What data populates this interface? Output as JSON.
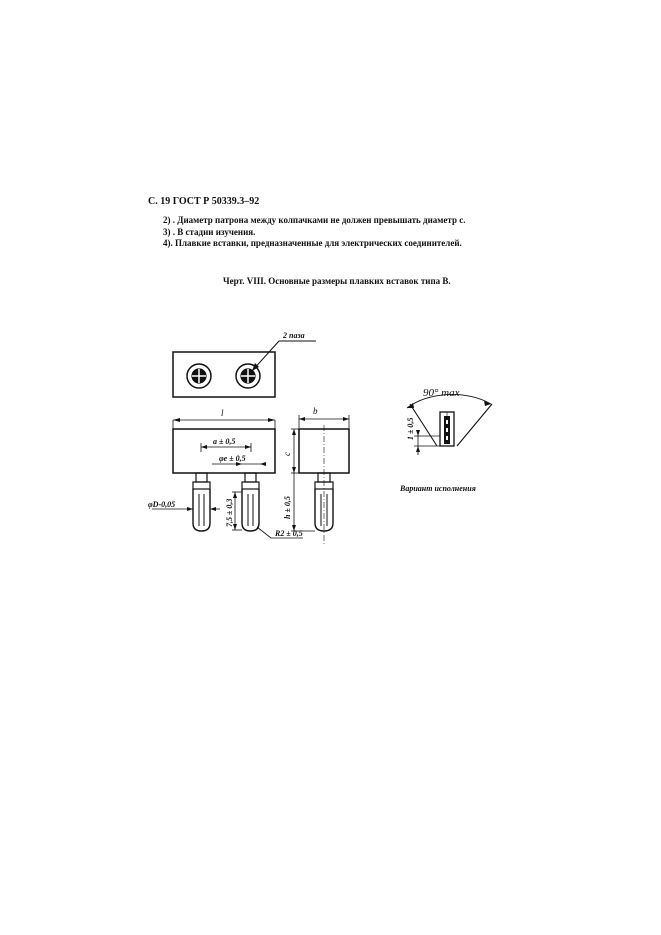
{
  "header": "С. 19 ГОСТ Р 50339.3–92",
  "notes": [
    "2) . Диаметр патрона между колпачками не должен превышать диаметр c.",
    "3) . В стадии изучения.",
    "4). Плавкие вставки, предназначенные для электрических соединителей."
  ],
  "caption": "Черт. VIII. Основные размеры плавких вставок типа В.",
  "drawing": {
    "callouts": {
      "slots": "2 паза",
      "length": "l",
      "width": "b",
      "pitch": "a ± 0,5",
      "pin_diameter": "φe ± 0,5",
      "height_c": "c",
      "height_h": "h ± 0,5",
      "pin_dia_D": "φD-0,05",
      "slot_depth": "7,5 ± 0,3",
      "radius": "R2 ± 0,5",
      "angle": "90° max",
      "variant_dim": "1 ± 0,5"
    },
    "variant_label": "Вариант исполнения"
  }
}
